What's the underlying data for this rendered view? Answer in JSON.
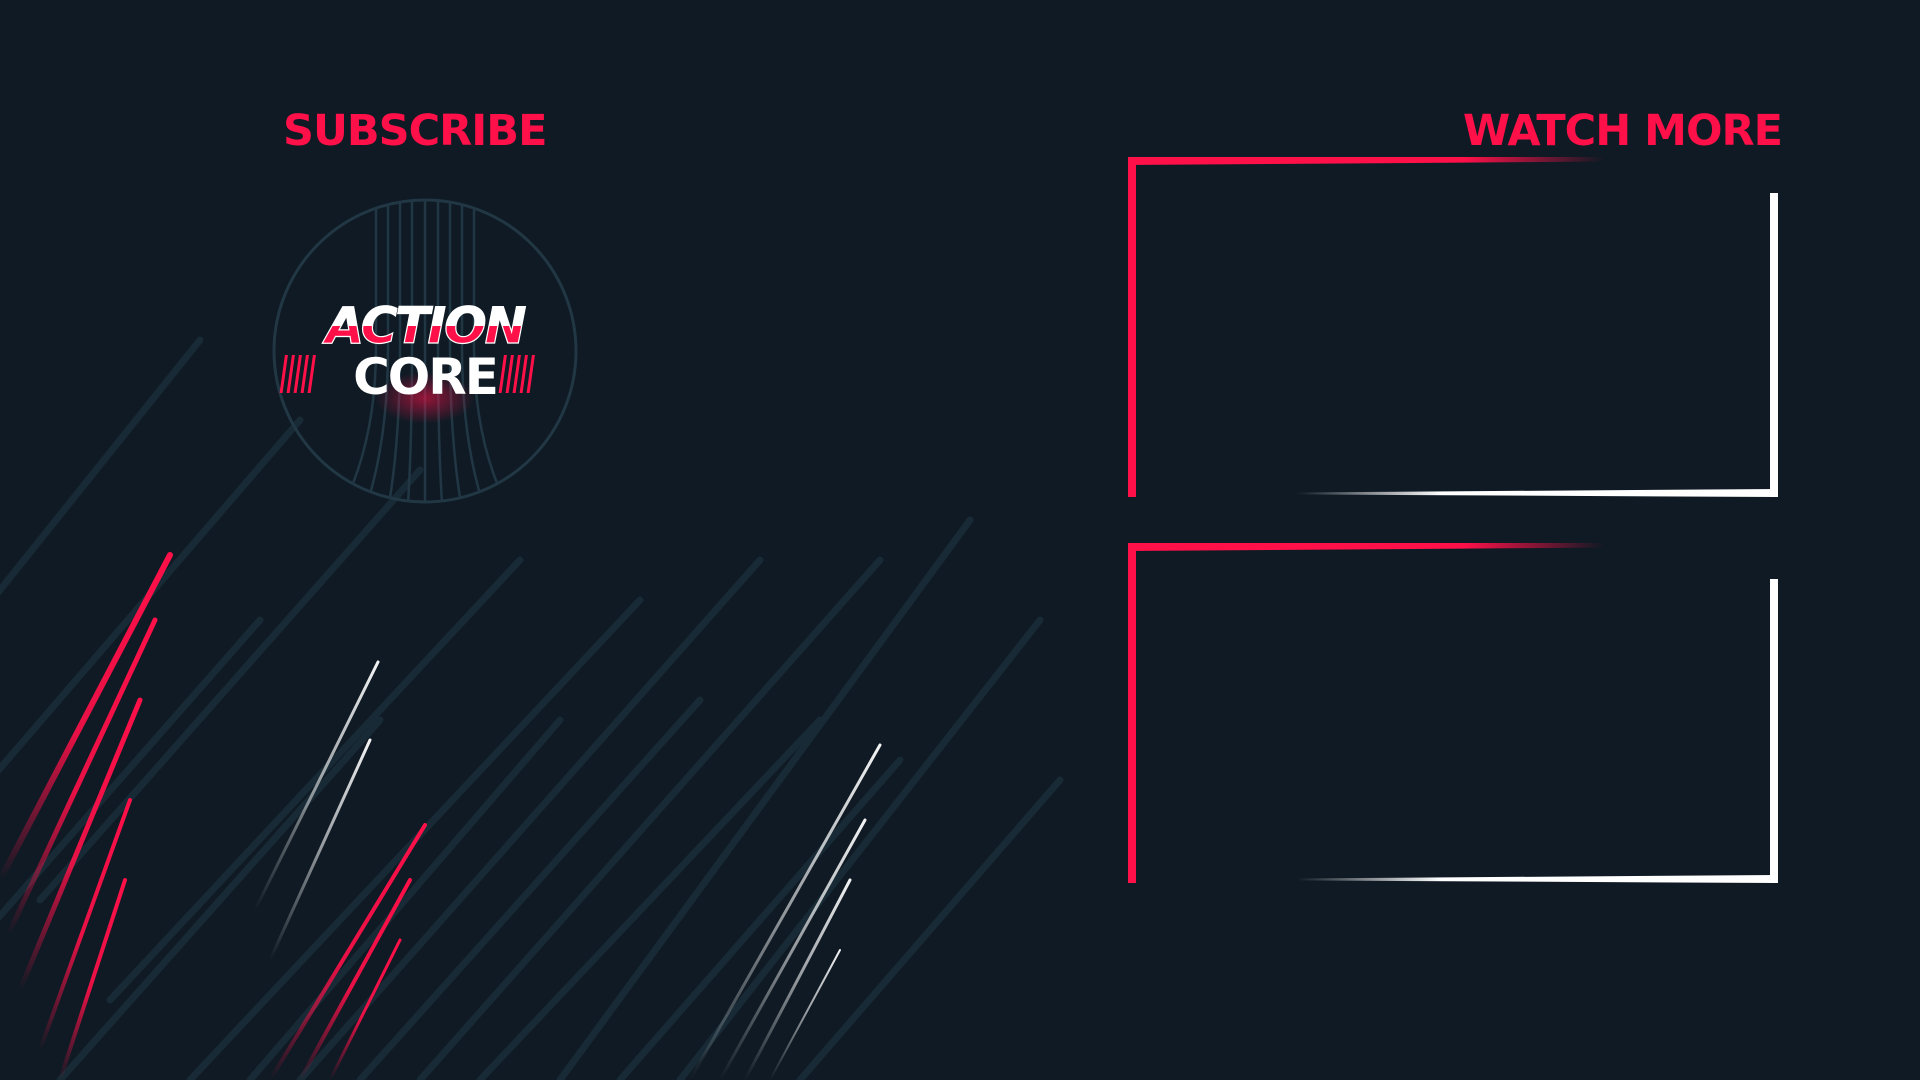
{
  "endscreen": {
    "subscribe_label": "SUBSCRIBE",
    "watch_more_label": "WATCH MORE",
    "logo": {
      "line1": "ACTION",
      "line2": "CORE"
    },
    "video_slots": [
      {
        "id": "video-1"
      },
      {
        "id": "video-2"
      }
    ]
  },
  "colors": {
    "background": "#0f1a24",
    "accent": "#ff1049",
    "frame_white": "#ffffff",
    "stripe_dark": "#1a2d39",
    "logo_ring": "#213744"
  }
}
